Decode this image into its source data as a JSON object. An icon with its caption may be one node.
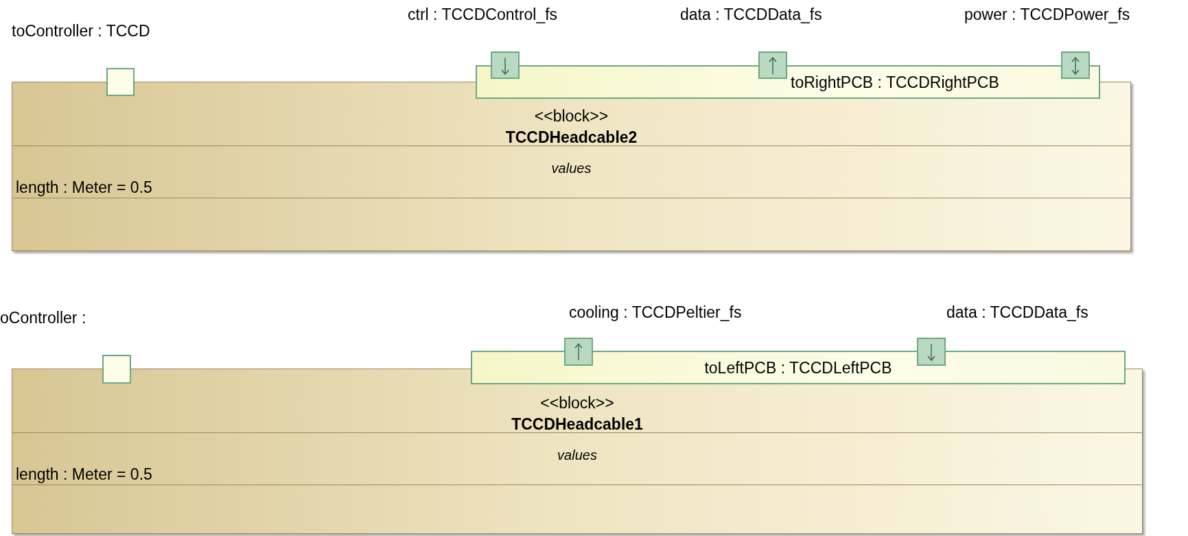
{
  "diagram": {
    "nodes": [
      {
        "text": [
          "<<block>>",
          "TCCDHeadcable2",
          "values",
          "length : Meter = 0.5"
        ]
      },
      {
        "text": [],
        "shape": "box",
        "beside": [
          "toController : TCCD"
        ]
      },
      {
        "text": [
          "toRightPCB : TCCDRightPCB"
        ]
      },
      {
        "text": [],
        "shape": "box",
        "beside": [
          "ctrl : TCCDControl_fs"
        ]
      },
      {
        "text": [],
        "shape": "box",
        "beside": [
          "data : TCCDData_fs"
        ]
      },
      {
        "text": [],
        "shape": "box",
        "beside": [
          "power : TCCDPower_fs"
        ]
      },
      {
        "text": [
          "<<block>>",
          "TCCDHeadcable1",
          "values",
          "length : Meter = 0.5"
        ]
      },
      {
        "text": [],
        "shape": "box",
        "beside": [
          "oController :"
        ]
      },
      {
        "text": [
          "toLeftPCB : TCCDLeftPCB"
        ]
      },
      {
        "text": [],
        "shape": "box",
        "beside": [
          "cooling : TCCDPeltier_fs"
        ]
      },
      {
        "text": [],
        "shape": "box",
        "beside": [
          "data : TCCDData_fs"
        ]
      }
    ],
    "edges": []
  }
}
